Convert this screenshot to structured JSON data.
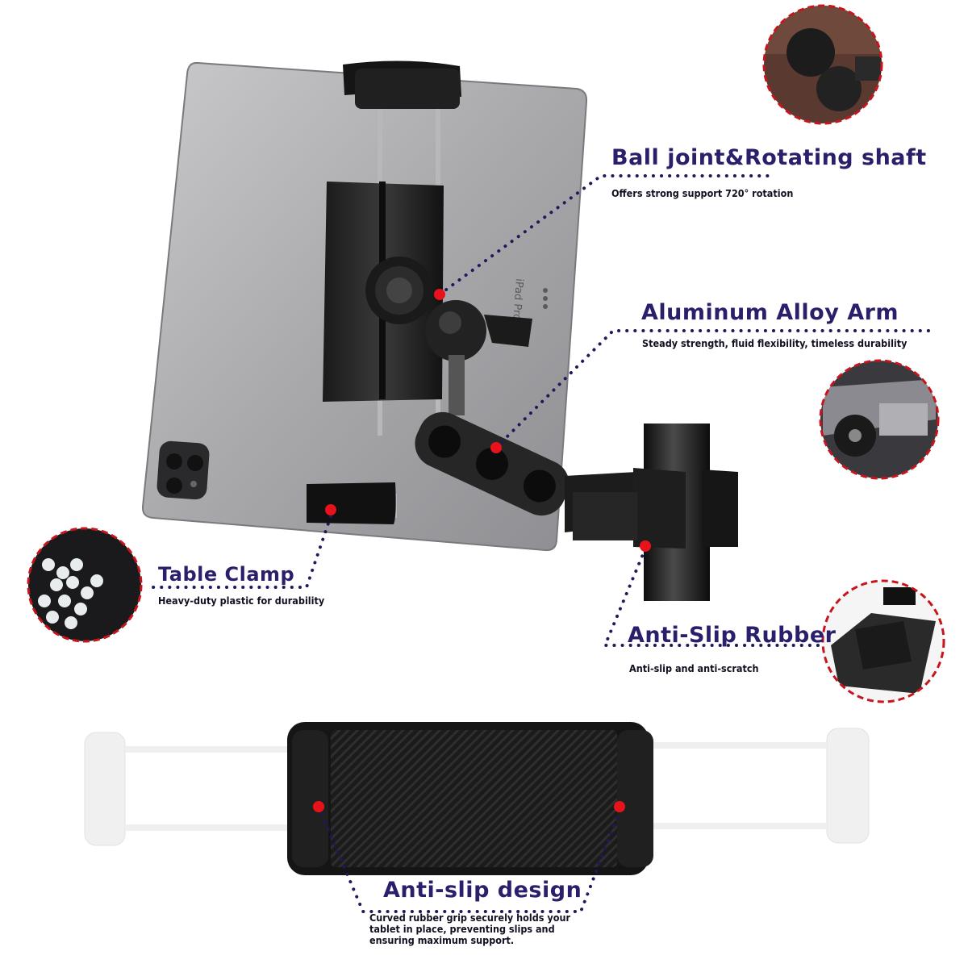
{
  "device_label": "iPad Pro",
  "features": {
    "ball_joint": {
      "title": "Ball joint&Rotating shaft",
      "desc": "Offers strong support  720° rotation"
    },
    "alloy_arm": {
      "title": "Aluminum Alloy Arm",
      "desc": "Steady strength, fluid flexibility, timeless durability"
    },
    "table_clamp": {
      "title": "Table Clamp",
      "desc": "Heavy-duty plastic for durability"
    },
    "anti_slip_rubber": {
      "title": "Anti-Slip Rubber",
      "desc": "Anti-slip and anti-scratch"
    },
    "anti_slip_design": {
      "title": "Anti-slip design",
      "desc": "Curved rubber grip securely holds your tablet in place, preventing slips and ensuring maximum support."
    }
  },
  "colors": {
    "label": "#2a1f6b",
    "dot": "#e8131a",
    "dotted_line": "#1c1a5a",
    "callout_ring": "#c8141c"
  }
}
